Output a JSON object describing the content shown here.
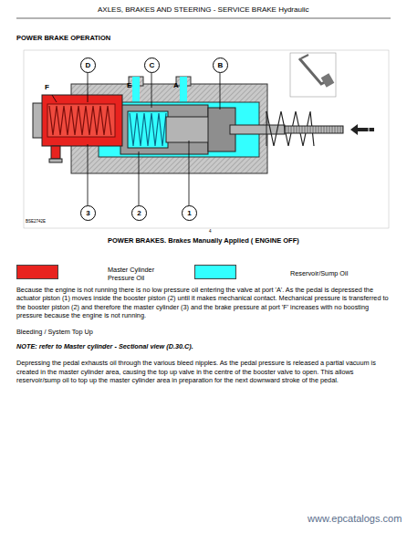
{
  "diagram": {
    "title": "POWER BRAKE OPERATION",
    "caption": "POWER BRAKES. Brakes Manually Applied ( ENGINE OFF)",
    "nodes": [
      {
        "text": [
          "D"
        ]
      },
      {
        "text": [
          "C"
        ]
      },
      {
        "text": [
          "B"
        ]
      },
      {
        "text": [
          "3"
        ]
      },
      {
        "text": [
          "2"
        ]
      },
      {
        "text": [
          "1"
        ]
      }
    ],
    "edges": [],
    "labels": [
      "AXLES, BRAKES AND STEERING - SERVICE BRAKE Hydraulic",
      "F",
      "E",
      "A",
      "BSE2742E",
      "4",
      "Because the engine is not running there is no low pressure oil entering the valve at port 'A'. As the pedal is depressed the actuator piston (1) moves inside the booster piston (2) until it makes mechanical contact. Mechanical pressure is transferred to the booster piston (2) and therefore the master cylinder (3) and the brake pressure at port 'F' increases with no boosting pressure because the engine is not running.",
      "Bleeding / System Top Up",
      "NOTE: refer to Master cylinder - Sectional view (D.30.C).",
      "Depressing the pedal exhausts oil through the various bleed nipples. As the pedal pressure is released a partial vacuum is created in the master cylinder area, causing the top up valve in the centre of the booster valve to open. This allows reservoir/sump oil to top up the master cylinder area in preparation for the next downward stroke of the pedal.",
      "www.epcatalogs.com"
    ],
    "legend": [
      {
        "text": "Master Cylinder Pressure Oil",
        "color": "#e8231f"
      },
      {
        "text": "Reservoir/Sump Oil",
        "color": "#33ffff"
      }
    ]
  }
}
